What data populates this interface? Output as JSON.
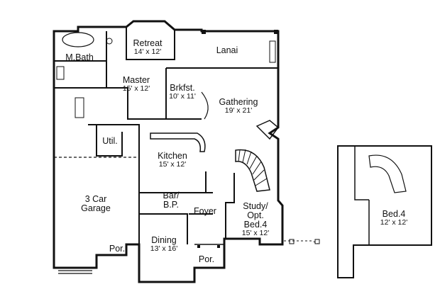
{
  "rooms": {
    "retreat": {
      "name": "Retreat",
      "size": "14' x 12'"
    },
    "lanai": {
      "name": "Lanai"
    },
    "mbath": {
      "name": "M.Bath"
    },
    "master": {
      "name": "Master",
      "size": "15' x 12'"
    },
    "brkfst": {
      "name": "Brkfst.",
      "size": "10' x 11'"
    },
    "gathering": {
      "name": "Gathering",
      "size": "19' x 21'"
    },
    "util": {
      "name": "Util."
    },
    "kitchen": {
      "name": "Kitchen",
      "size": "15' x 12'"
    },
    "garage": {
      "name1": "3 Car",
      "name2": "Garage"
    },
    "bar": {
      "name1": "Bar/",
      "name2": "B.P."
    },
    "foyer": {
      "name": "Foyer"
    },
    "study": {
      "name1": "Study/",
      "name2": "Opt.",
      "name3": "Bed.4",
      "size": "15' x 12'"
    },
    "dining": {
      "name": "Dining",
      "size": "13' x 16'"
    },
    "por_left": {
      "name": "Por."
    },
    "por_center": {
      "name": "Por."
    },
    "bed4_alt": {
      "name": "Bed.4",
      "size": "12' x 12'"
    }
  }
}
